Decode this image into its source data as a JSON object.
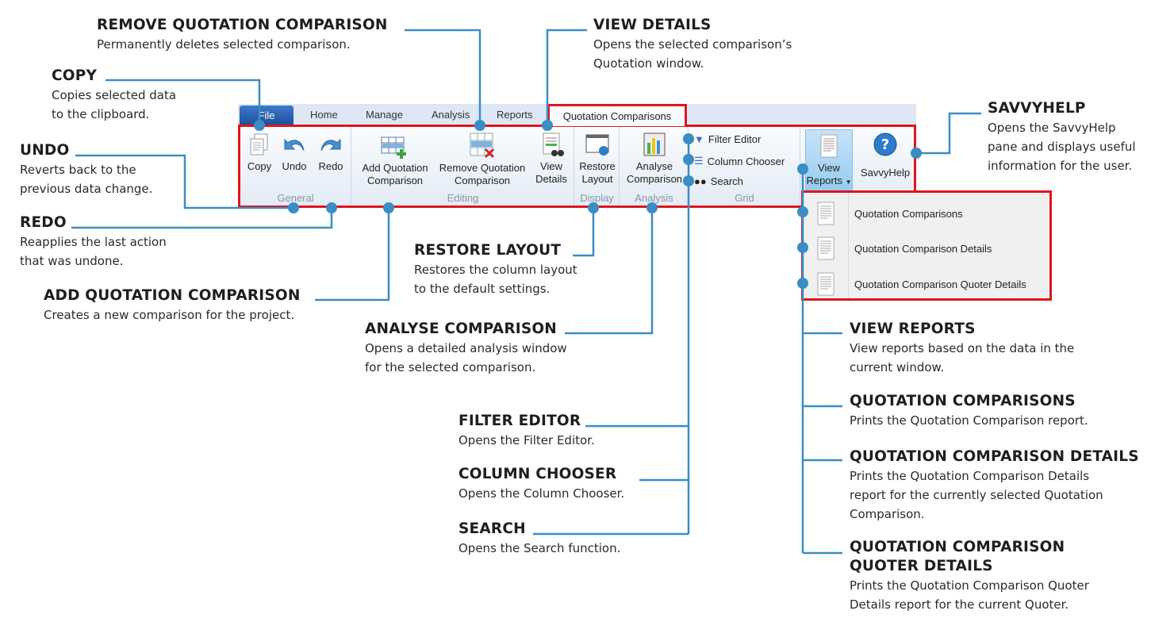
{
  "ribbon": {
    "tabs": [
      "File",
      "Home",
      "Manage",
      "Analysis",
      "Reports",
      "Quotation Comparisons"
    ],
    "active_tab": "Quotation Comparisons",
    "groups": {
      "general": {
        "label": "General",
        "buttons": [
          "Copy",
          "Undo",
          "Redo"
        ]
      },
      "editing": {
        "label": "Editing",
        "add_1": "Add Quotation",
        "add_2": "Comparison",
        "remove_1": "Remove Quotation",
        "remove_2": "Comparison",
        "view_1": "View",
        "view_2": "Details"
      },
      "display": {
        "label": "Display",
        "restore_1": "Restore",
        "restore_2": "Layout"
      },
      "analysis": {
        "label": "Analysis",
        "analyse_1": "Analyse",
        "analyse_2": "Comparison"
      },
      "grid": {
        "label": "Grid",
        "items": [
          "Filter Editor",
          "Column Chooser",
          "Search"
        ]
      }
    },
    "view_reports_1": "View",
    "view_reports_2": "Reports",
    "savvyhelp": "SavvyHelp",
    "reports_menu": [
      "Quotation Comparisons",
      "Quotation Comparison Details",
      "Quotation Comparison Quoter Details"
    ],
    "highlight_color": "#e0151b"
  },
  "callouts": {
    "remove": {
      "title": "REMOVE QUOTATION COMPARISON",
      "lines": [
        "Permanently deletes selected comparison."
      ]
    },
    "view_details": {
      "title": "VIEW DETAILS",
      "lines": [
        "Opens the selected comparison’s",
        "Quotation window."
      ]
    },
    "copy": {
      "title": "COPY",
      "lines": [
        "Copies selected data",
        "to the clipboard."
      ]
    },
    "undo": {
      "title": "UNDO",
      "lines": [
        "Reverts back to the",
        "previous data change."
      ]
    },
    "redo": {
      "title": "REDO",
      "lines": [
        "Reapplies the last action",
        "that was undone."
      ]
    },
    "add": {
      "title": "ADD QUOTATION COMPARISON",
      "lines": [
        "Creates a new comparison for the project."
      ]
    },
    "restore": {
      "title": "RESTORE LAYOUT",
      "lines": [
        "Restores the column layout",
        "to the default settings."
      ]
    },
    "analyse": {
      "title": "ANALYSE COMPARISON",
      "lines": [
        "Opens a detailed analysis window",
        "for the selected comparison."
      ]
    },
    "filter": {
      "title": "FILTER EDITOR",
      "lines": [
        "Opens the Filter Editor."
      ]
    },
    "column": {
      "title": "COLUMN CHOOSER",
      "lines": [
        "Opens the Column Chooser."
      ]
    },
    "search": {
      "title": "SEARCH",
      "lines": [
        "Opens the Search function."
      ]
    },
    "savvyhelp": {
      "title": "SAVVYHELP",
      "lines": [
        "Opens the SavvyHelp",
        "pane and displays useful",
        "information for the user."
      ]
    },
    "view_reports": {
      "title": "VIEW REPORTS",
      "lines": [
        "View reports based on the data in the",
        "current window."
      ]
    },
    "qc": {
      "title": "QUOTATION COMPARISONS",
      "lines": [
        "Prints the Quotation Comparison report."
      ]
    },
    "qcd": {
      "title": "QUOTATION COMPARISON DETAILS",
      "lines": [
        "Prints the Quotation Comparison Details",
        "report for the currently selected Quotation",
        "Comparison."
      ]
    },
    "qcqd": {
      "title_1": "QUOTATION COMPARISON",
      "title_2": "QUOTER DETAILS",
      "lines": [
        "Prints the Quotation Comparison Quoter",
        "Details report for the current Quoter."
      ]
    }
  },
  "colors": {
    "connector": "#3b8dc5",
    "file_tab": "#2a5fb0"
  }
}
